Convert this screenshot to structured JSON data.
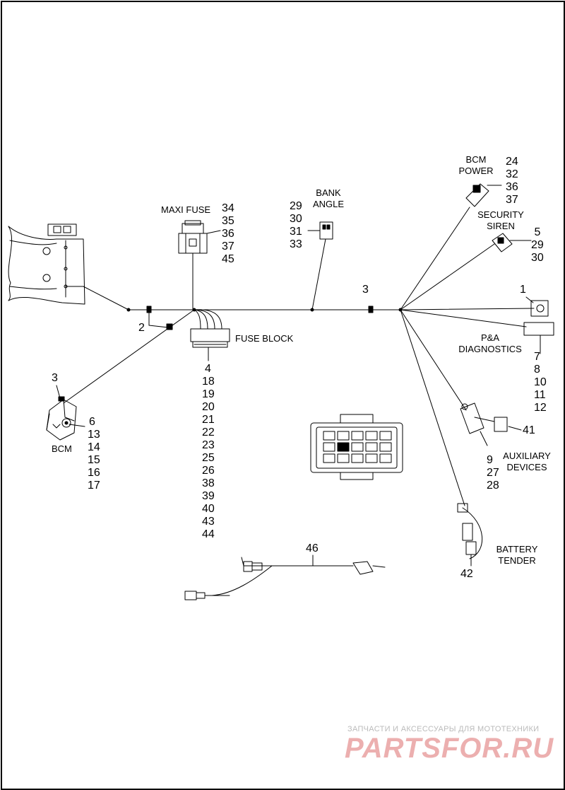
{
  "callouts": {
    "maxi_fuse": {
      "label": "MAXI FUSE",
      "numbers": [
        "34",
        "35",
        "36",
        "37",
        "45"
      ]
    },
    "bank_angle": {
      "label_line1": "BANK",
      "label_line2": "ANGLE",
      "numbers": [
        "29",
        "30",
        "31",
        "33"
      ]
    },
    "bcm_power": {
      "label_line1": "BCM",
      "label_line2": "POWER",
      "numbers": [
        "24",
        "32",
        "36",
        "37"
      ]
    },
    "security_siren": {
      "label_line1": "SECURITY",
      "label_line2": "SIREN",
      "numbers": [
        "5",
        "29",
        "30"
      ]
    },
    "pa_diagnostics": {
      "top_number": "1",
      "label_line1": "P&A",
      "label_line2": "DIAGNOSTICS",
      "numbers": [
        "7",
        "8",
        "10",
        "11",
        "12"
      ]
    },
    "fuse_block": {
      "label": "FUSE BLOCK",
      "numbers": [
        "4",
        "18",
        "19",
        "20",
        "21",
        "22",
        "23",
        "25",
        "26",
        "38",
        "39",
        "40",
        "43",
        "44"
      ]
    },
    "bcm": {
      "label": "BCM",
      "top_number": "3",
      "numbers": [
        "6",
        "13",
        "14",
        "15",
        "16",
        "17"
      ]
    },
    "auxiliary_devices": {
      "label_line1": "AUXILIARY",
      "label_line2": "DEVICES",
      "number_41": "41",
      "numbers": [
        "9",
        "27",
        "28"
      ]
    },
    "battery_tender": {
      "label_line1": "BATTERY",
      "label_line2": "TENDER",
      "number": "42"
    },
    "clip_2": "2",
    "clip_3": "3",
    "harness_46": "46"
  },
  "watermark": {
    "tagline": "ЗАПЧАСТИ И АКСЕССУАРЫ ДЛЯ МОТОТЕХНИКИ",
    "brand": "PARTSFOR.RU"
  }
}
